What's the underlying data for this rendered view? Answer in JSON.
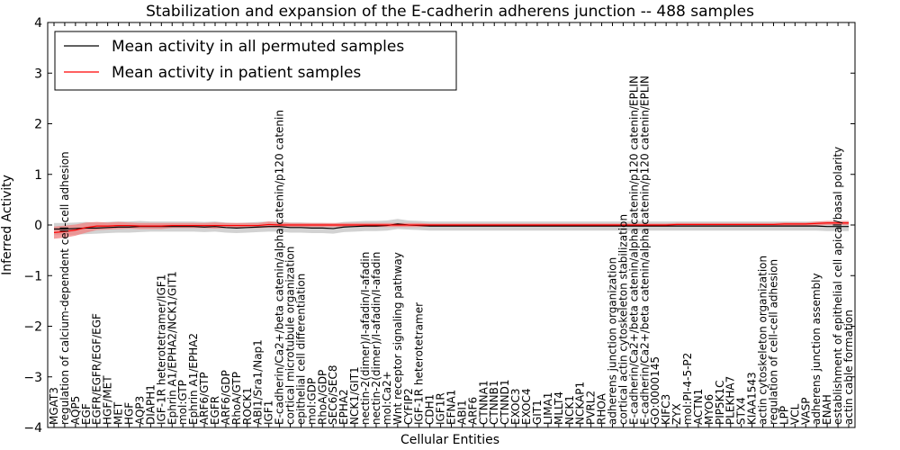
{
  "chart_data": {
    "type": "line",
    "title": "Stabilization and expansion of the E-cadherin adherens junction -- 488 samples",
    "xlabel": "Cellular Entities",
    "ylabel": "Inferred Activity",
    "ylim": [
      -4,
      4
    ],
    "yticks": [
      -4,
      -3,
      -2,
      -1,
      0,
      1,
      2,
      3,
      4
    ],
    "ytick_labels": [
      "−4",
      "−3",
      "−2",
      "−1",
      "0",
      "1",
      "2",
      "3",
      "4"
    ],
    "grid": false,
    "legend_position": "top-left",
    "categories": [
      "MGAT3",
      "regulation of calcium-dependent cell-cell adhesion",
      "AQP5",
      "EGF",
      "EGFR/EGFR/EGF/EGF",
      "HGF/MET",
      "MET",
      "HGF",
      "AQP3",
      "DIAPH1",
      "IGF-1R heterotetramer/IGF1",
      "Ephrin A1/EPHA2/NCK1/GIT1",
      "mol:GTP",
      "Ephrin A1/EPHA2",
      "ARF6/GTP",
      "EGFR",
      "ARF6/GDP",
      "RhoA/GTP",
      "ROCK1",
      "ABI1/Sra1/Nap1",
      "IGF1",
      "E-cadherin/Ca2+/beta catenin/alpha catenin/p120 catenin",
      "cortical microtubule organization",
      "epithelial cell differentiation",
      "mol:GDP",
      "RhoA/GDP",
      "SEC6/SEC8",
      "EPHA2",
      "NCK1/GIT1",
      "nectin-2(dimer)/I-afadin/I-afadin",
      "nectin-2(dimer)/I-afadin/I-afadin",
      "mol:Ca2+",
      "Wnt receptor signaling pathway",
      "CYFIP2",
      "IGF-1R heterotetramer",
      "CDH1",
      "IGF1R",
      "EFNA1",
      "ABI1",
      "ARF6",
      "CTNNA1",
      "CTNNB1",
      "CTNND1",
      "EXOC3",
      "EXOC4",
      "GIT1",
      "LIMA1",
      "MLLT4",
      "NCK1",
      "NCKAP1",
      "PVRL2",
      "RHOA",
      "adherens junction organization",
      "cortical actin cytoskeleton stabilization",
      "E-cadherin/Ca2+/beta catenin/alpha catenin/p120 catenin/EPLIN",
      "E-cadherin/Ca2+/beta catenin/alpha catenin/p120 catenin/EPLIN",
      "GO:0000145",
      "KIFC3",
      "ZYX",
      "mol:PI-4-5-P2",
      "ACTN1",
      "MYO6",
      "PIP5K1C",
      "PLEKHA7",
      "STX4",
      "KIAA1543",
      "actin cytoskeleton organization",
      "regulation of cell-cell adhesion",
      "LPP",
      "VCL",
      "VASP",
      "adherens junction assembly",
      "ENAH",
      "establishment of epithelial cell apical/basal polarity",
      "actin cable formation"
    ],
    "series": [
      {
        "name": "Mean activity in all permuted samples",
        "color": "#000000",
        "band_color": "#bfbfbf",
        "values": [
          -0.08,
          -0.08,
          -0.07,
          -0.06,
          -0.06,
          -0.05,
          -0.04,
          -0.04,
          -0.03,
          -0.03,
          -0.03,
          -0.03,
          -0.03,
          -0.03,
          -0.04,
          -0.03,
          -0.05,
          -0.06,
          -0.05,
          -0.04,
          -0.03,
          -0.03,
          -0.05,
          -0.05,
          -0.06,
          -0.06,
          -0.07,
          -0.04,
          -0.03,
          -0.02,
          -0.02,
          -0.01,
          0.02,
          0.0,
          -0.01,
          -0.02,
          -0.02,
          -0.02,
          -0.02,
          -0.02,
          -0.02,
          -0.02,
          -0.02,
          -0.02,
          -0.02,
          -0.02,
          -0.02,
          -0.02,
          -0.02,
          -0.02,
          -0.02,
          -0.02,
          -0.02,
          -0.02,
          -0.02,
          -0.02,
          -0.02,
          -0.02,
          -0.02,
          -0.02,
          -0.02,
          -0.02,
          -0.02,
          -0.02,
          -0.02,
          -0.02,
          -0.02,
          -0.02,
          -0.02,
          -0.02,
          -0.02,
          -0.02,
          -0.03,
          -0.03,
          -0.03
        ],
        "band": [
          0.12,
          0.12,
          0.12,
          0.12,
          0.11,
          0.11,
          0.11,
          0.11,
          0.11,
          0.1,
          0.1,
          0.1,
          0.1,
          0.1,
          0.1,
          0.1,
          0.1,
          0.1,
          0.1,
          0.1,
          0.1,
          0.1,
          0.1,
          0.1,
          0.1,
          0.1,
          0.1,
          0.1,
          0.1,
          0.1,
          0.1,
          0.1,
          0.1,
          0.09,
          0.09,
          0.09,
          0.09,
          0.09,
          0.09,
          0.09,
          0.09,
          0.09,
          0.09,
          0.09,
          0.09,
          0.09,
          0.09,
          0.09,
          0.09,
          0.09,
          0.09,
          0.09,
          0.09,
          0.09,
          0.09,
          0.09,
          0.09,
          0.09,
          0.09,
          0.09,
          0.09,
          0.09,
          0.09,
          0.09,
          0.09,
          0.09,
          0.09,
          0.09,
          0.09,
          0.09,
          0.09,
          0.09,
          0.09,
          0.09,
          0.09
        ]
      },
      {
        "name": "Mean activity in patient samples",
        "color": "#ff0000",
        "band_color": "#f08080",
        "values": [
          -0.15,
          -0.13,
          -0.1,
          -0.05,
          -0.02,
          -0.02,
          -0.01,
          -0.01,
          -0.02,
          -0.02,
          -0.02,
          -0.01,
          -0.01,
          -0.01,
          -0.01,
          -0.01,
          -0.01,
          -0.01,
          -0.01,
          -0.01,
          0.01,
          0.0,
          0.0,
          0.0,
          0.0,
          0.0,
          0.0,
          0.0,
          0.0,
          0.0,
          0.0,
          0.0,
          0.0,
          0.0,
          0.0,
          0.0,
          0.0,
          0.0,
          0.0,
          0.0,
          0.0,
          0.0,
          0.0,
          0.0,
          0.0,
          0.0,
          0.0,
          0.0,
          0.0,
          0.0,
          0.0,
          0.0,
          0.0,
          0.0,
          0.0,
          0.0,
          0.0,
          0.0,
          0.01,
          0.01,
          0.01,
          0.01,
          0.01,
          0.01,
          0.01,
          0.01,
          0.01,
          0.01,
          0.02,
          0.02,
          0.02,
          0.03,
          0.04,
          0.04,
          0.04
        ],
        "band": [
          0.12,
          0.12,
          0.11,
          0.1,
          0.08,
          0.07,
          0.07,
          0.06,
          0.06,
          0.06,
          0.06,
          0.05,
          0.05,
          0.05,
          0.05,
          0.06,
          0.05,
          0.05,
          0.05,
          0.05,
          0.06,
          0.05,
          0.04,
          0.04,
          0.04,
          0.04,
          0.04,
          0.04,
          0.04,
          0.04,
          0.04,
          0.04,
          0.04,
          0.04,
          0.04,
          0.03,
          0.03,
          0.03,
          0.03,
          0.03,
          0.03,
          0.03,
          0.03,
          0.03,
          0.03,
          0.03,
          0.03,
          0.03,
          0.03,
          0.03,
          0.03,
          0.03,
          0.03,
          0.03,
          0.03,
          0.03,
          0.03,
          0.03,
          0.03,
          0.03,
          0.03,
          0.03,
          0.03,
          0.03,
          0.03,
          0.03,
          0.03,
          0.03,
          0.03,
          0.03,
          0.03,
          0.04,
          0.04,
          0.04,
          0.04
        ]
      }
    ]
  }
}
